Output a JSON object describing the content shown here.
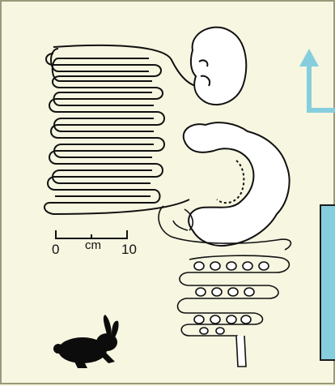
{
  "scale_bar": {
    "start": "0",
    "unit": "cm",
    "end": "10"
  },
  "colors": {
    "background": "#f6f6e1",
    "arrow": "#86cede",
    "info_box": "#86cede",
    "ink": "#111111"
  },
  "icons": [
    "rabbit-silhouette-icon",
    "up-arrow-icon"
  ]
}
